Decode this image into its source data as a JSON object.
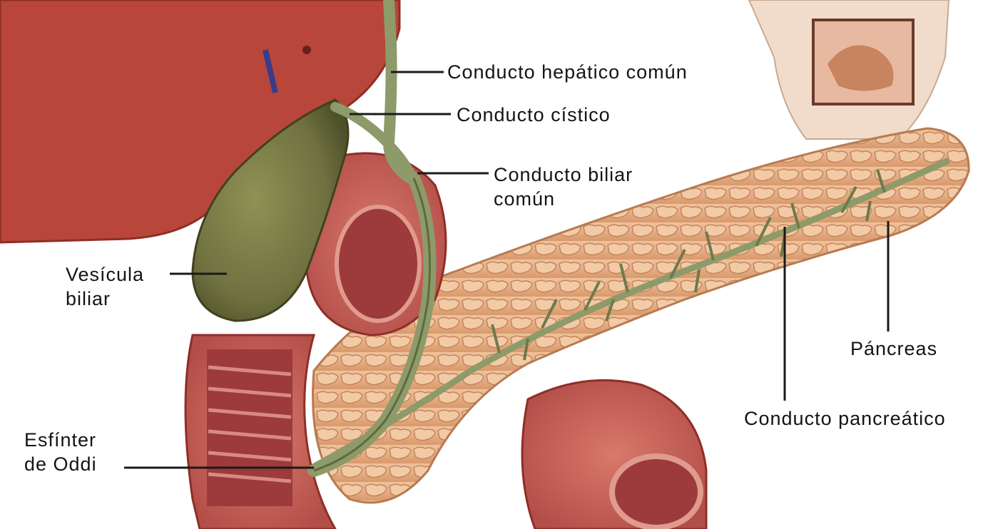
{
  "labels": {
    "hepatic_duct": "Conducto hepático común",
    "cystic_duct": "Conducto cístico",
    "common_bile_duct": [
      "Conducto biliar",
      "común"
    ],
    "gallbladder": [
      "Vesícula",
      "biliar"
    ],
    "pancreas": "Páncreas",
    "pancreatic_duct": "Conducto pancreático",
    "sphincter": [
      "Esfínter",
      "de Oddi"
    ]
  },
  "colors": {
    "liver": "#b8463a",
    "gallbladder": "#6f7140",
    "duct": "#8e9a6a",
    "pancreas": "#e8b48a",
    "intestine": "#c8645c",
    "intestine_inner": "#9c3a3c"
  }
}
